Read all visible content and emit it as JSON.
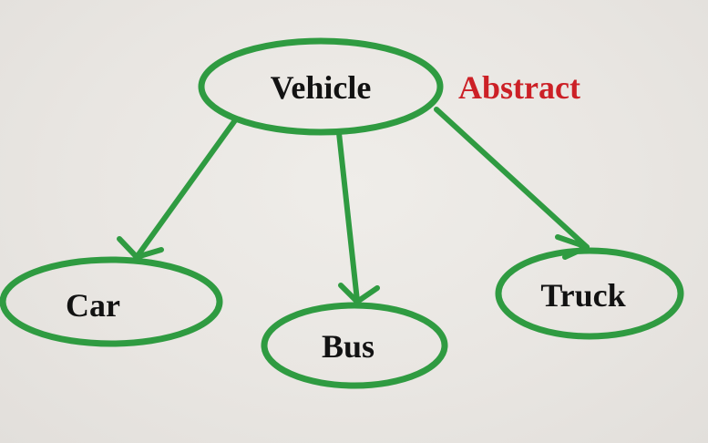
{
  "diagram": {
    "nodes": [
      {
        "id": "vehicle",
        "label": "Vehicle"
      },
      {
        "id": "car",
        "label": "Car"
      },
      {
        "id": "bus",
        "label": "Bus"
      },
      {
        "id": "truck",
        "label": "Truck"
      }
    ],
    "annotation": {
      "label": "Abstract",
      "applies_to": "vehicle"
    },
    "edges": [
      {
        "from": "vehicle",
        "to": "car"
      },
      {
        "from": "vehicle",
        "to": "bus"
      },
      {
        "from": "vehicle",
        "to": "truck"
      }
    ],
    "colors": {
      "node_stroke": "#2f9b41",
      "edge_stroke": "#2f9b41",
      "node_label": "#121212",
      "annotation": "#cc2026",
      "background": "#e9e6e2"
    }
  }
}
